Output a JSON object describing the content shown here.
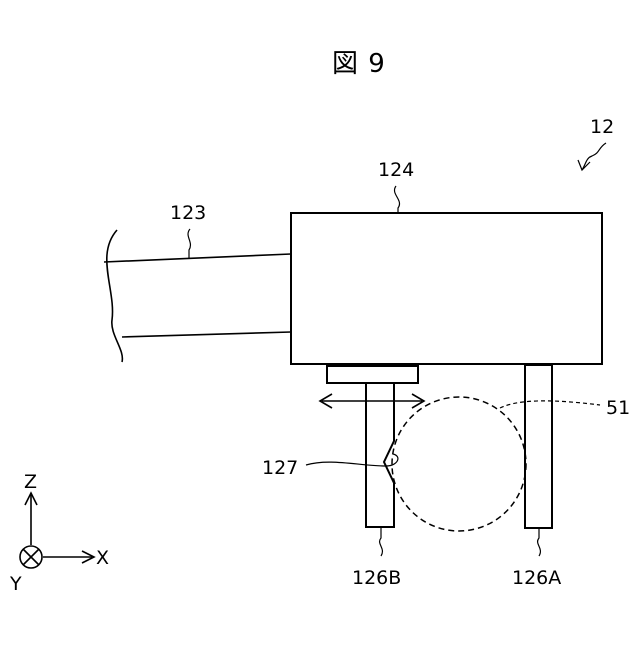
{
  "figure": {
    "title": "図 9"
  },
  "labels": {
    "assembly": "12",
    "arm": "123",
    "head": "124",
    "finger_b": "126B",
    "finger_a": "126A",
    "notch": "127",
    "object": "51"
  },
  "axes": {
    "z": "Z",
    "x": "X",
    "y": "Y"
  }
}
